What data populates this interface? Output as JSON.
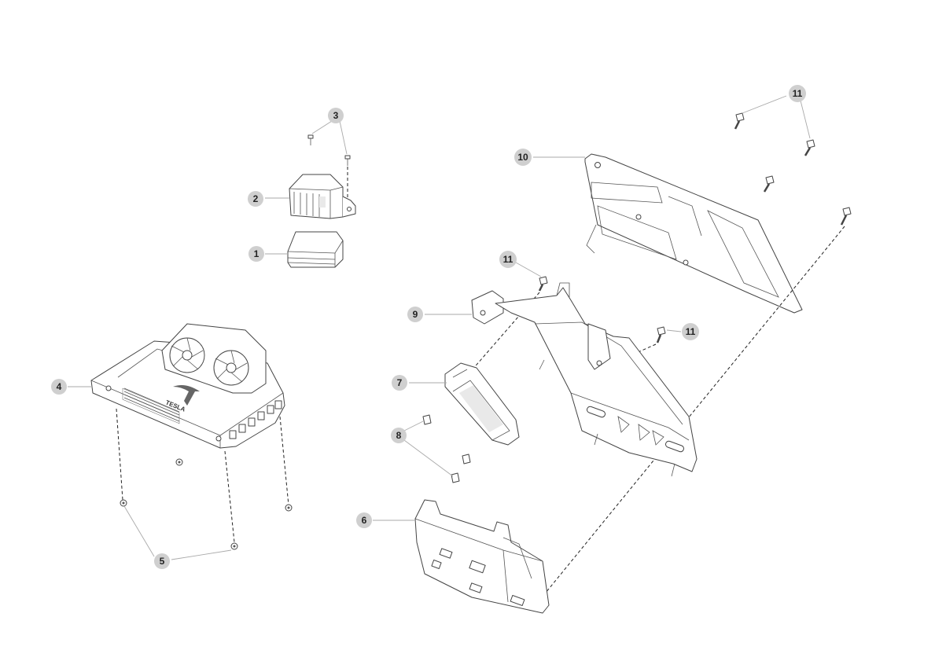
{
  "callouts": [
    {
      "id": "callout-1",
      "label": "1"
    },
    {
      "id": "callout-2",
      "label": "2"
    },
    {
      "id": "callout-3",
      "label": "3"
    },
    {
      "id": "callout-4",
      "label": "4"
    },
    {
      "id": "callout-5",
      "label": "5"
    },
    {
      "id": "callout-6",
      "label": "6"
    },
    {
      "id": "callout-7",
      "label": "7"
    },
    {
      "id": "callout-8",
      "label": "8"
    },
    {
      "id": "callout-9",
      "label": "9"
    },
    {
      "id": "callout-10",
      "label": "10"
    },
    {
      "id": "callout-11a",
      "label": "11"
    },
    {
      "id": "callout-11b",
      "label": "11"
    },
    {
      "id": "callout-11c",
      "label": "11"
    }
  ],
  "computer_brand_text": "TESLA",
  "colors": {
    "bubble": "#cfcfcf",
    "line": "#444444",
    "background": "#ffffff"
  }
}
